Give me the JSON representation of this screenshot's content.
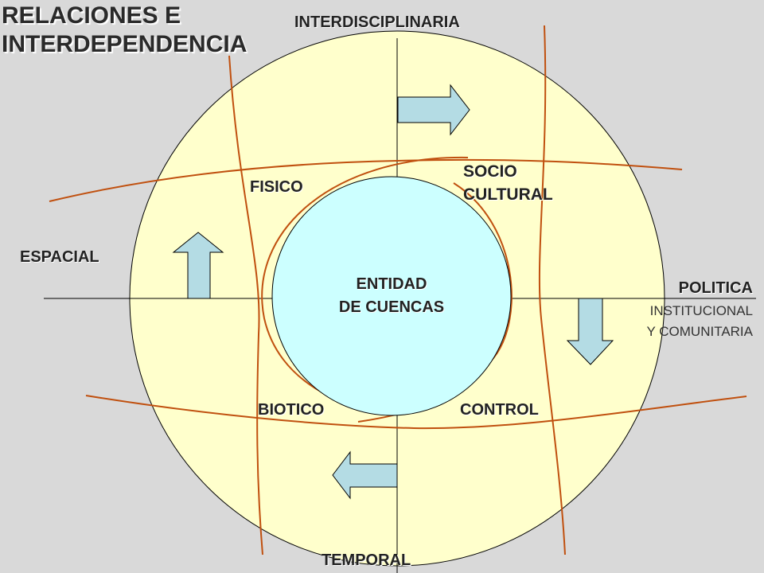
{
  "title": {
    "line1": "RELACIONES E",
    "line2": "INTERDEPENDENCIA"
  },
  "axes": {
    "top": "INTERDISCIPLINARIA",
    "left": "ESPACIAL",
    "right": "POLITICA",
    "right_sub1": "INSTITUCIONAL",
    "right_sub2": "Y COMUNITARIA",
    "bottom": "TEMPORAL"
  },
  "center": {
    "line1": "ENTIDAD",
    "line2": "DE CUENCAS"
  },
  "quadrants": {
    "fisico": "FISICO",
    "socio1": "SOCIO",
    "socio2": "CULTURAL",
    "biotico": "BIOTICO",
    "control": "CONTROL"
  },
  "colors": {
    "background": "#d9d9d9",
    "outer_circle": "#ffffcc",
    "inner_circle": "#ccffff",
    "arrow_fill": "#b4dce4",
    "curve": "#c0500f"
  },
  "arrows": [
    "arrow-right-icon",
    "arrow-up-icon",
    "arrow-down-icon",
    "arrow-left-icon"
  ]
}
